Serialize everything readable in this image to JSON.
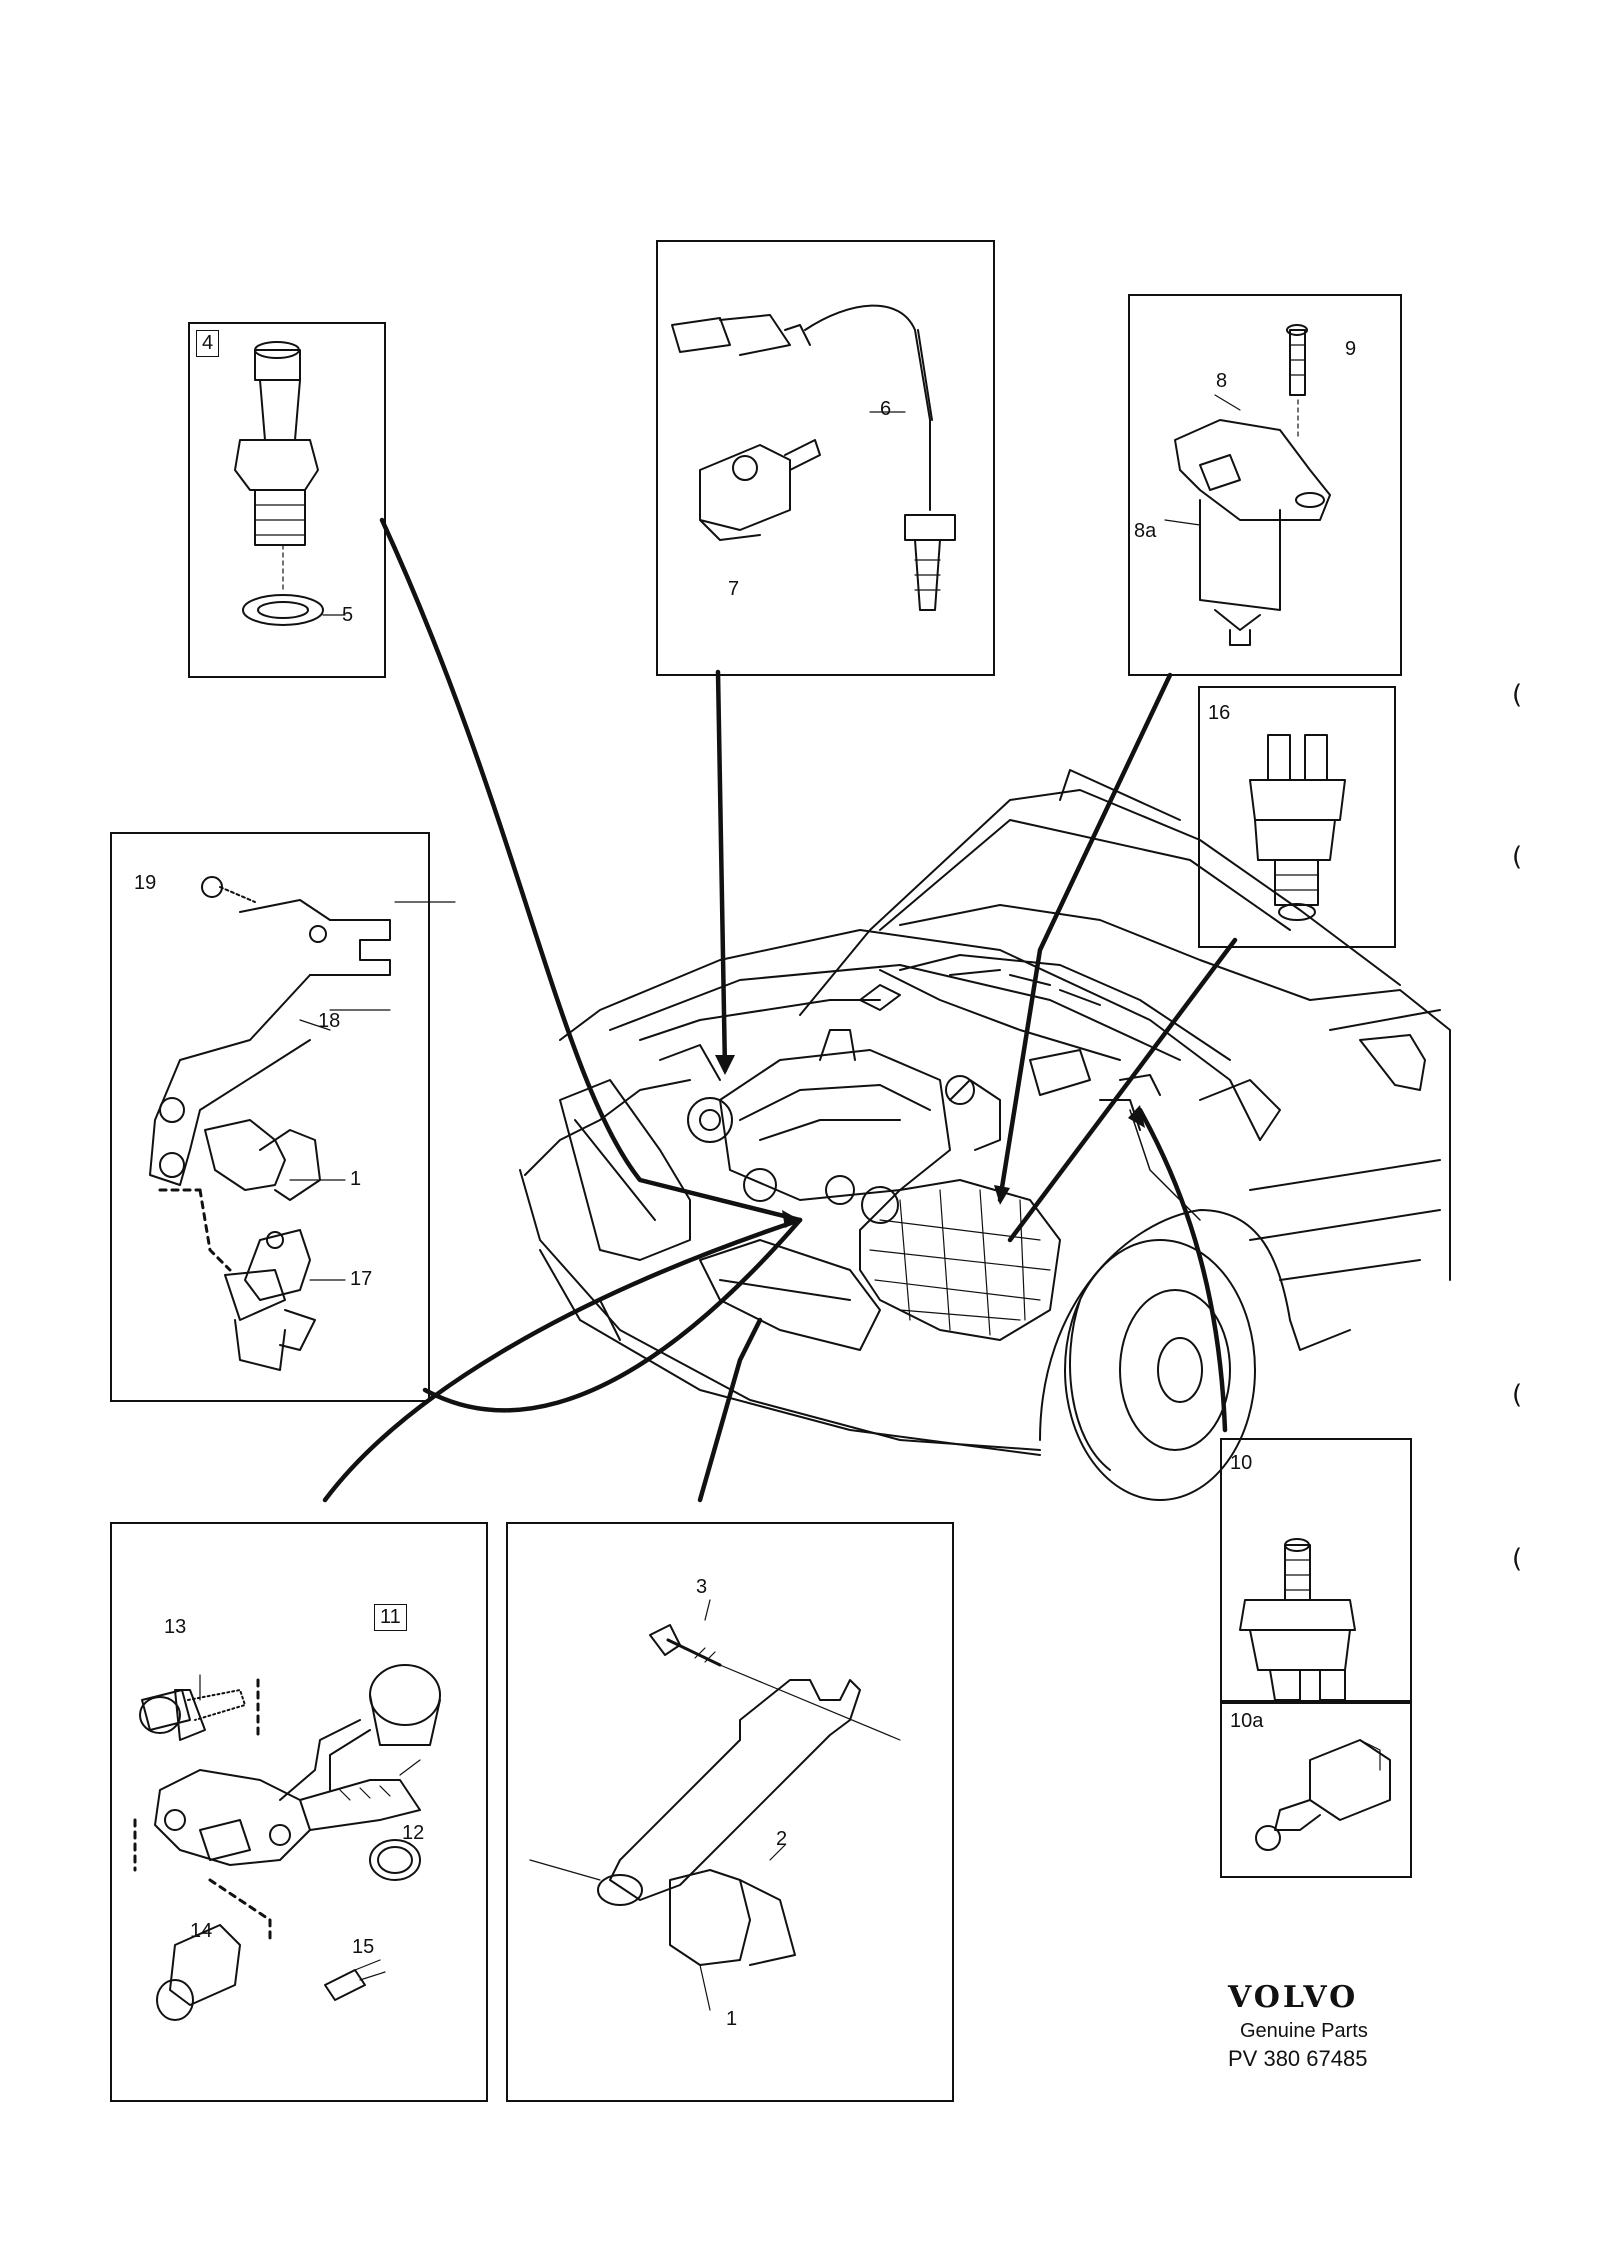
{
  "boxes": {
    "box_4": {
      "id": "4"
    },
    "box_16": {
      "id": "16"
    },
    "box_10": {
      "id": "10"
    },
    "box_10a": {
      "id": "10a"
    },
    "box_11": {
      "id": "11"
    }
  },
  "callouts": {
    "c5": "5",
    "c6": "6",
    "c7": "7",
    "c8": "8",
    "c8a": "8a",
    "c9": "9",
    "c19": "19",
    "c18": "18",
    "c1_left": "1",
    "c17": "17",
    "c13": "13",
    "c12": "12",
    "c14": "14",
    "c15": "15",
    "c3": "3",
    "c2": "2",
    "c1_bottom": "1"
  },
  "brand": {
    "name": "VOLVO",
    "subtitle": "Genuine Parts",
    "part_no": "PV 380 67485"
  },
  "margin_marks": [
    "(",
    "(",
    "(",
    "("
  ]
}
